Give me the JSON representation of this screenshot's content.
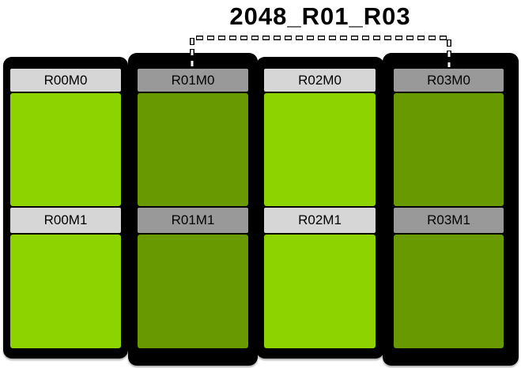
{
  "title": "2048_R01_R03",
  "racks": [
    {
      "id": "R00",
      "highlighted": false,
      "modules": [
        {
          "label": "R00M0"
        },
        {
          "label": "R00M1"
        }
      ]
    },
    {
      "id": "R01",
      "highlighted": true,
      "modules": [
        {
          "label": "R01M0"
        },
        {
          "label": "R01M1"
        }
      ]
    },
    {
      "id": "R02",
      "highlighted": false,
      "modules": [
        {
          "label": "R02M0"
        },
        {
          "label": "R02M1"
        }
      ]
    },
    {
      "id": "R03",
      "highlighted": true,
      "modules": [
        {
          "label": "R03M0"
        },
        {
          "label": "R03M1"
        }
      ]
    }
  ],
  "connector": {
    "label": "2048_R01_R03",
    "connects": [
      "R01",
      "R03"
    ],
    "style": "dashed-outlined"
  },
  "colors": {
    "module_light": "#8dd300",
    "module_dark": "#689a00",
    "header_light": "#d6d6d6",
    "header_dark": "#999999",
    "container": "#000000",
    "background": "#ffffff",
    "text": "#000000"
  }
}
